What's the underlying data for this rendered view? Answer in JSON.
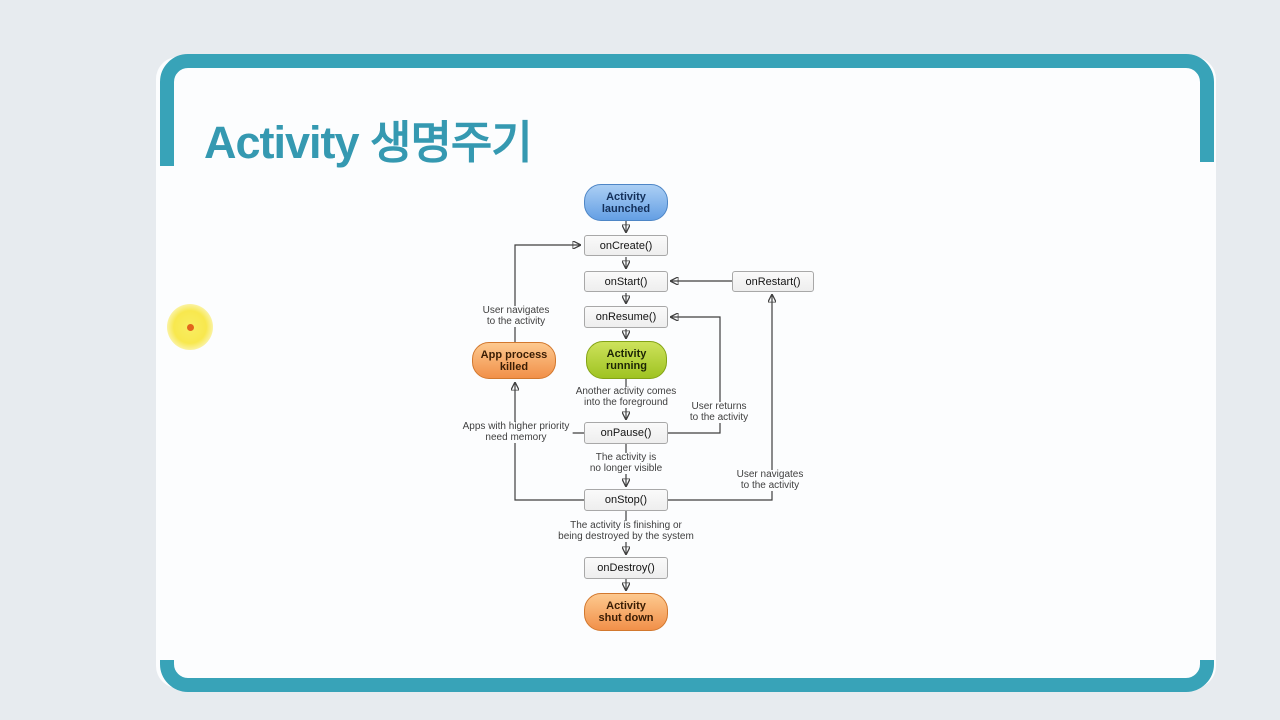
{
  "slide": {
    "title": "Activity 생명주기"
  },
  "colors": {
    "page_bg": "#e7ebef",
    "card_bg": "#fcfdfe",
    "frame_teal": "#38a3b8",
    "title_teal": "#3599b1",
    "arrow": "#3f3f3f",
    "blue_pill": "#78aeea",
    "green_pill": "#aecb3a",
    "orange_pill": "#f6a45f",
    "gray_box": "#f3f3f3",
    "laser_outer": "#f8e84e",
    "laser_center": "#e2641c"
  },
  "diagram": {
    "nodes": {
      "activity_launched": "Activity\nlaunched",
      "oncreate": "onCreate()",
      "onstart": "onStart()",
      "onrestart": "onRestart()",
      "onresume": "onResume()",
      "activity_running": "Activity\nrunning",
      "onpause": "onPause()",
      "onstop": "onStop()",
      "ondestroy": "onDestroy()",
      "activity_shutdown": "Activity\nshut down",
      "app_process_killed": "App process\nkilled"
    },
    "labels": {
      "user_navigates_left": "User navigates\nto the activity",
      "another_activity": "Another activity comes\ninto the foreground",
      "user_returns": "User returns\nto the activity",
      "apps_higher_priority": "Apps with higher priority\nneed memory",
      "no_longer_visible": "The activity is\nno longer visible",
      "user_navigates_right": "User navigates\nto the activity",
      "finishing": "The activity is finishing or\nbeing destroyed by the system"
    }
  }
}
